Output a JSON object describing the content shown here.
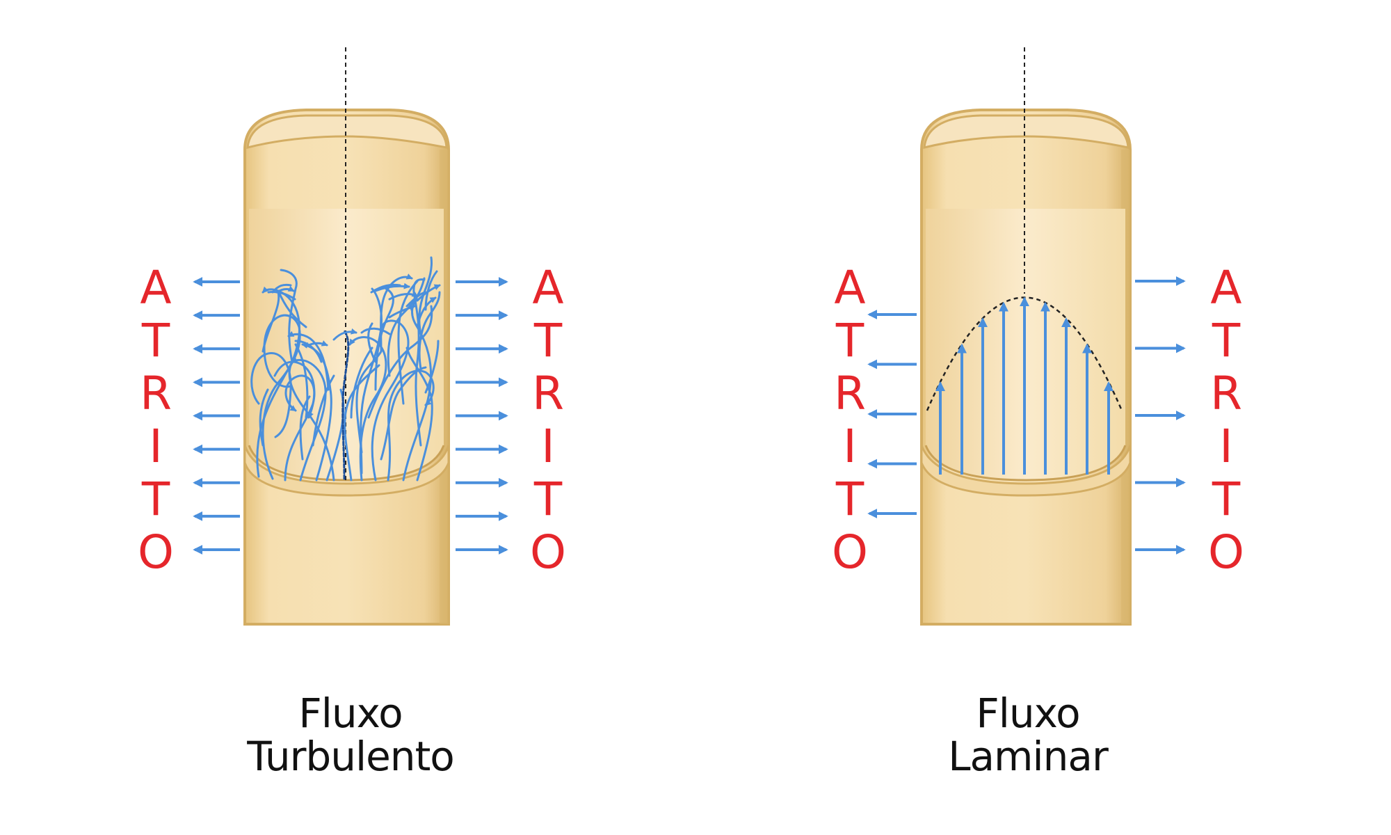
{
  "panels": [
    {
      "id": "turbulent",
      "caption_line1": "Fluxo",
      "caption_line2": "Turbulento",
      "side_word": "ATRITO",
      "friction_arrows_per_side": 9
    },
    {
      "id": "laminar",
      "caption_line1": "Fluxo",
      "caption_line2": "Laminar",
      "side_word": "ATRITO",
      "friction_arrows_per_side": 5
    }
  ],
  "colors": {
    "tube_fill": "#f4d9a6",
    "tube_edge": "#d3ad63",
    "tube_shadow": "#e3bf7c",
    "tube_highlight": "#fbe9c6",
    "flow_arrow": "#4a8fdc",
    "friction_word": "#e5262b",
    "axis_line": "#222222",
    "caption_text": "#111111"
  }
}
